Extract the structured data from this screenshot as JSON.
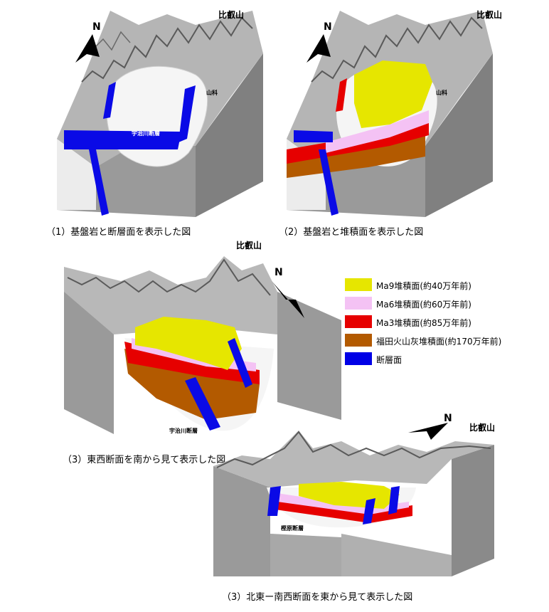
{
  "peaks": {
    "p1": "比叡山",
    "p2": "比叡山",
    "p3": "比叡山",
    "p4": "比叡山"
  },
  "north": {
    "label": "N"
  },
  "panel1": {
    "caption": "（1）基盤岩と断層面を表示した図",
    "fault_label": "宇治川断層",
    "place_label": "山科"
  },
  "panel2": {
    "caption": "（2）基盤岩と堆積面を表示した図",
    "place_label": "山科"
  },
  "panel3": {
    "caption": "（3）東西断面を南から見て表示した図",
    "fault_label": "宇治川断層"
  },
  "panel4": {
    "caption": "（3）北東ー南西断面を東から見て表示した図",
    "fault_label": "樫原断層"
  },
  "legend": {
    "items": [
      {
        "label": "Ma9堆積面(約40万年前)",
        "color": "#e6e600"
      },
      {
        "label": "Ma6堆積面(約60万年前)",
        "color": "#f4c2f4"
      },
      {
        "label": "Ma3堆積面(約85万年前)",
        "color": "#e60000"
      },
      {
        "label": "福田火山灰堆積面(約170万年前)",
        "color": "#b35a00"
      },
      {
        "label": "断層面",
        "color": "#0000e6"
      }
    ]
  }
}
